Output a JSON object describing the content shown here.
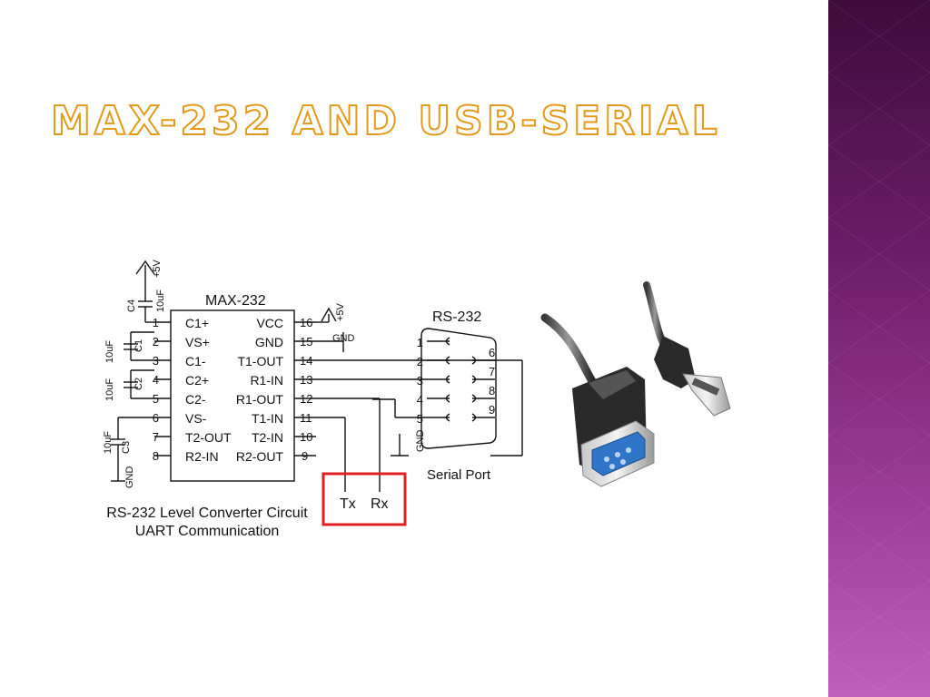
{
  "slide": {
    "title": "MAX-232 and USB-Serial"
  },
  "schematic": {
    "chip_name": "MAX-232",
    "left_pins": [
      {
        "num": "1",
        "label": "C1+"
      },
      {
        "num": "2",
        "label": "VS+"
      },
      {
        "num": "3",
        "label": "C1-"
      },
      {
        "num": "4",
        "label": "C2+"
      },
      {
        "num": "5",
        "label": "C2-"
      },
      {
        "num": "6",
        "label": "VS-"
      },
      {
        "num": "7",
        "label": "T2-OUT"
      },
      {
        "num": "8",
        "label": "R2-IN"
      }
    ],
    "right_pins": [
      {
        "num": "16",
        "label": "VCC"
      },
      {
        "num": "15",
        "label": "GND"
      },
      {
        "num": "14",
        "label": "T1-OUT"
      },
      {
        "num": "13",
        "label": "R1-IN"
      },
      {
        "num": "12",
        "label": "R1-OUT"
      },
      {
        "num": "11",
        "label": "T1-IN"
      },
      {
        "num": "10",
        "label": "T2-IN"
      },
      {
        "num": "9",
        "label": "R2-OUT"
      }
    ],
    "capacitors": [
      {
        "name": "C4",
        "value": "10uF"
      },
      {
        "name": "C1",
        "value": "10uF"
      },
      {
        "name": "C2",
        "value": "10uF"
      },
      {
        "name": "C3",
        "value": "10uF"
      }
    ],
    "vcc_top": "+5V",
    "vcc_chip": "+5V",
    "gnd_chip": "GND",
    "gnd_bottom": "GND",
    "gnd_port": "GND",
    "tx": "Tx",
    "rx": "Rx",
    "connector_title": "RS-232",
    "connector_left_pins": [
      "1",
      "2",
      "3",
      "4",
      "5"
    ],
    "connector_right_pins": [
      "6",
      "7",
      "8",
      "9"
    ],
    "connector_caption": "Serial Port",
    "caption_line1": "RS-232 Level Converter Circuit",
    "caption_line2": "UART Communication"
  },
  "colors": {
    "title_outline": "#e39a1a",
    "highlight_box": "#e02020",
    "sidebar": "#6a1c66",
    "connector_blue": "#2f76c8"
  }
}
